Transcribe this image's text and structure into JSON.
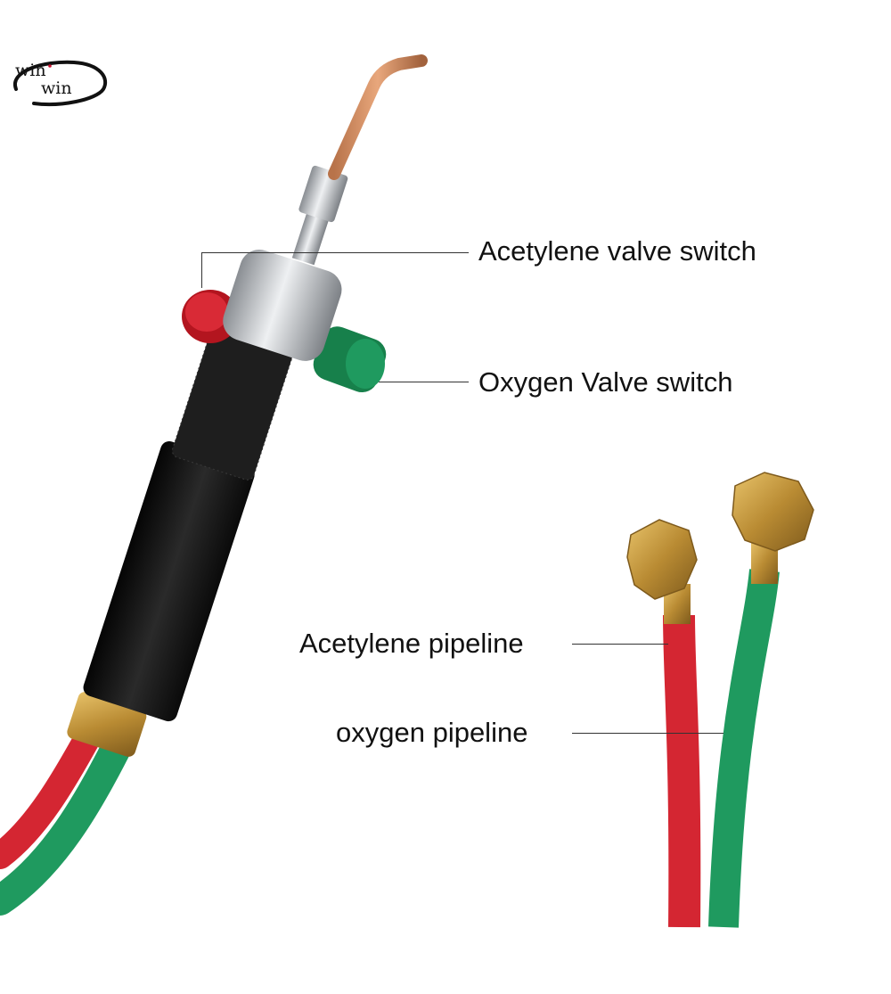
{
  "logo": {
    "line1": "win",
    "line2": "win"
  },
  "labels": {
    "acetylene_valve": "Acetylene valve switch",
    "oxygen_valve": "Oxygen Valve switch",
    "acetylene_pipeline": "Acetylene pipeline",
    "oxygen_pipeline": "oxygen pipeline"
  },
  "colors": {
    "acetylene": "#d42632",
    "oxygen": "#1f9a5f",
    "brass": "#c9a046",
    "handle": "#141414"
  }
}
